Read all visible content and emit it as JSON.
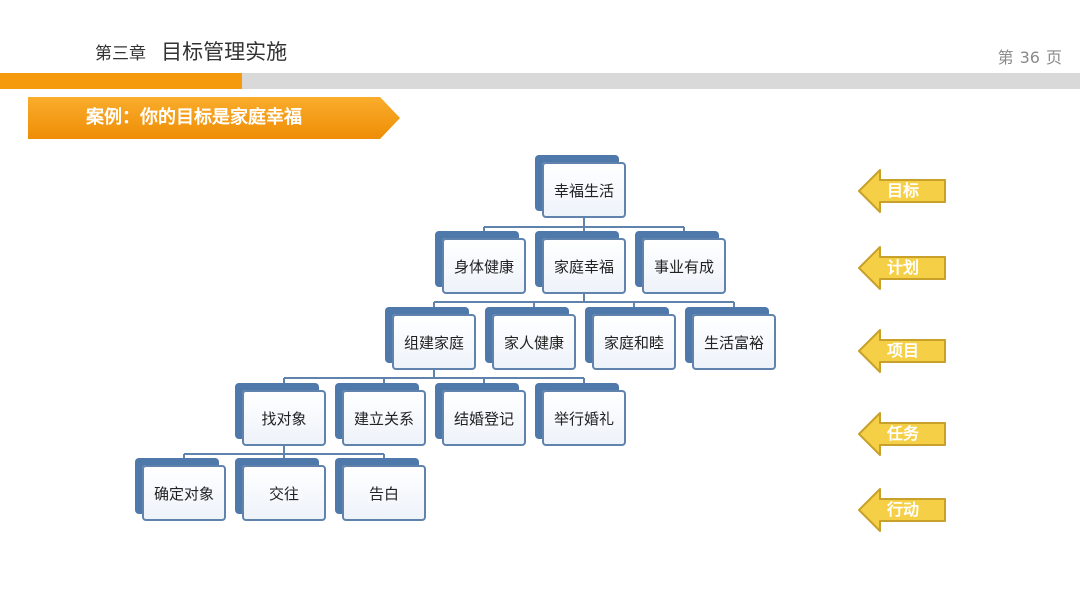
{
  "header": {
    "chapter_no": "第三章",
    "chapter_title": "目标管理实施",
    "page_prefix": "第",
    "page_number": "36",
    "page_suffix": "页"
  },
  "banner": {
    "text": "案例：你的目标是家庭幸福"
  },
  "tree": {
    "root": "幸福生活",
    "level2": [
      "身体健康",
      "家庭幸福",
      "事业有成"
    ],
    "level3": [
      "组建家庭",
      "家人健康",
      "家庭和睦",
      "生活富裕"
    ],
    "level4": [
      "找对象",
      "建立关系",
      "结婚登记",
      "举行婚礼"
    ],
    "level5": [
      "确定对象",
      "交往",
      "告白"
    ]
  },
  "levels": [
    "目标",
    "计划",
    "项目",
    "任务",
    "行动"
  ],
  "colors": {
    "accent_orange": "#f59a0c",
    "bar_gray": "#d9d9d9",
    "node_border": "#5f83ad",
    "node_shadow": "#4f78ab",
    "arrow_yellow": "#f5cf45",
    "arrow_border": "#c7a12a"
  }
}
